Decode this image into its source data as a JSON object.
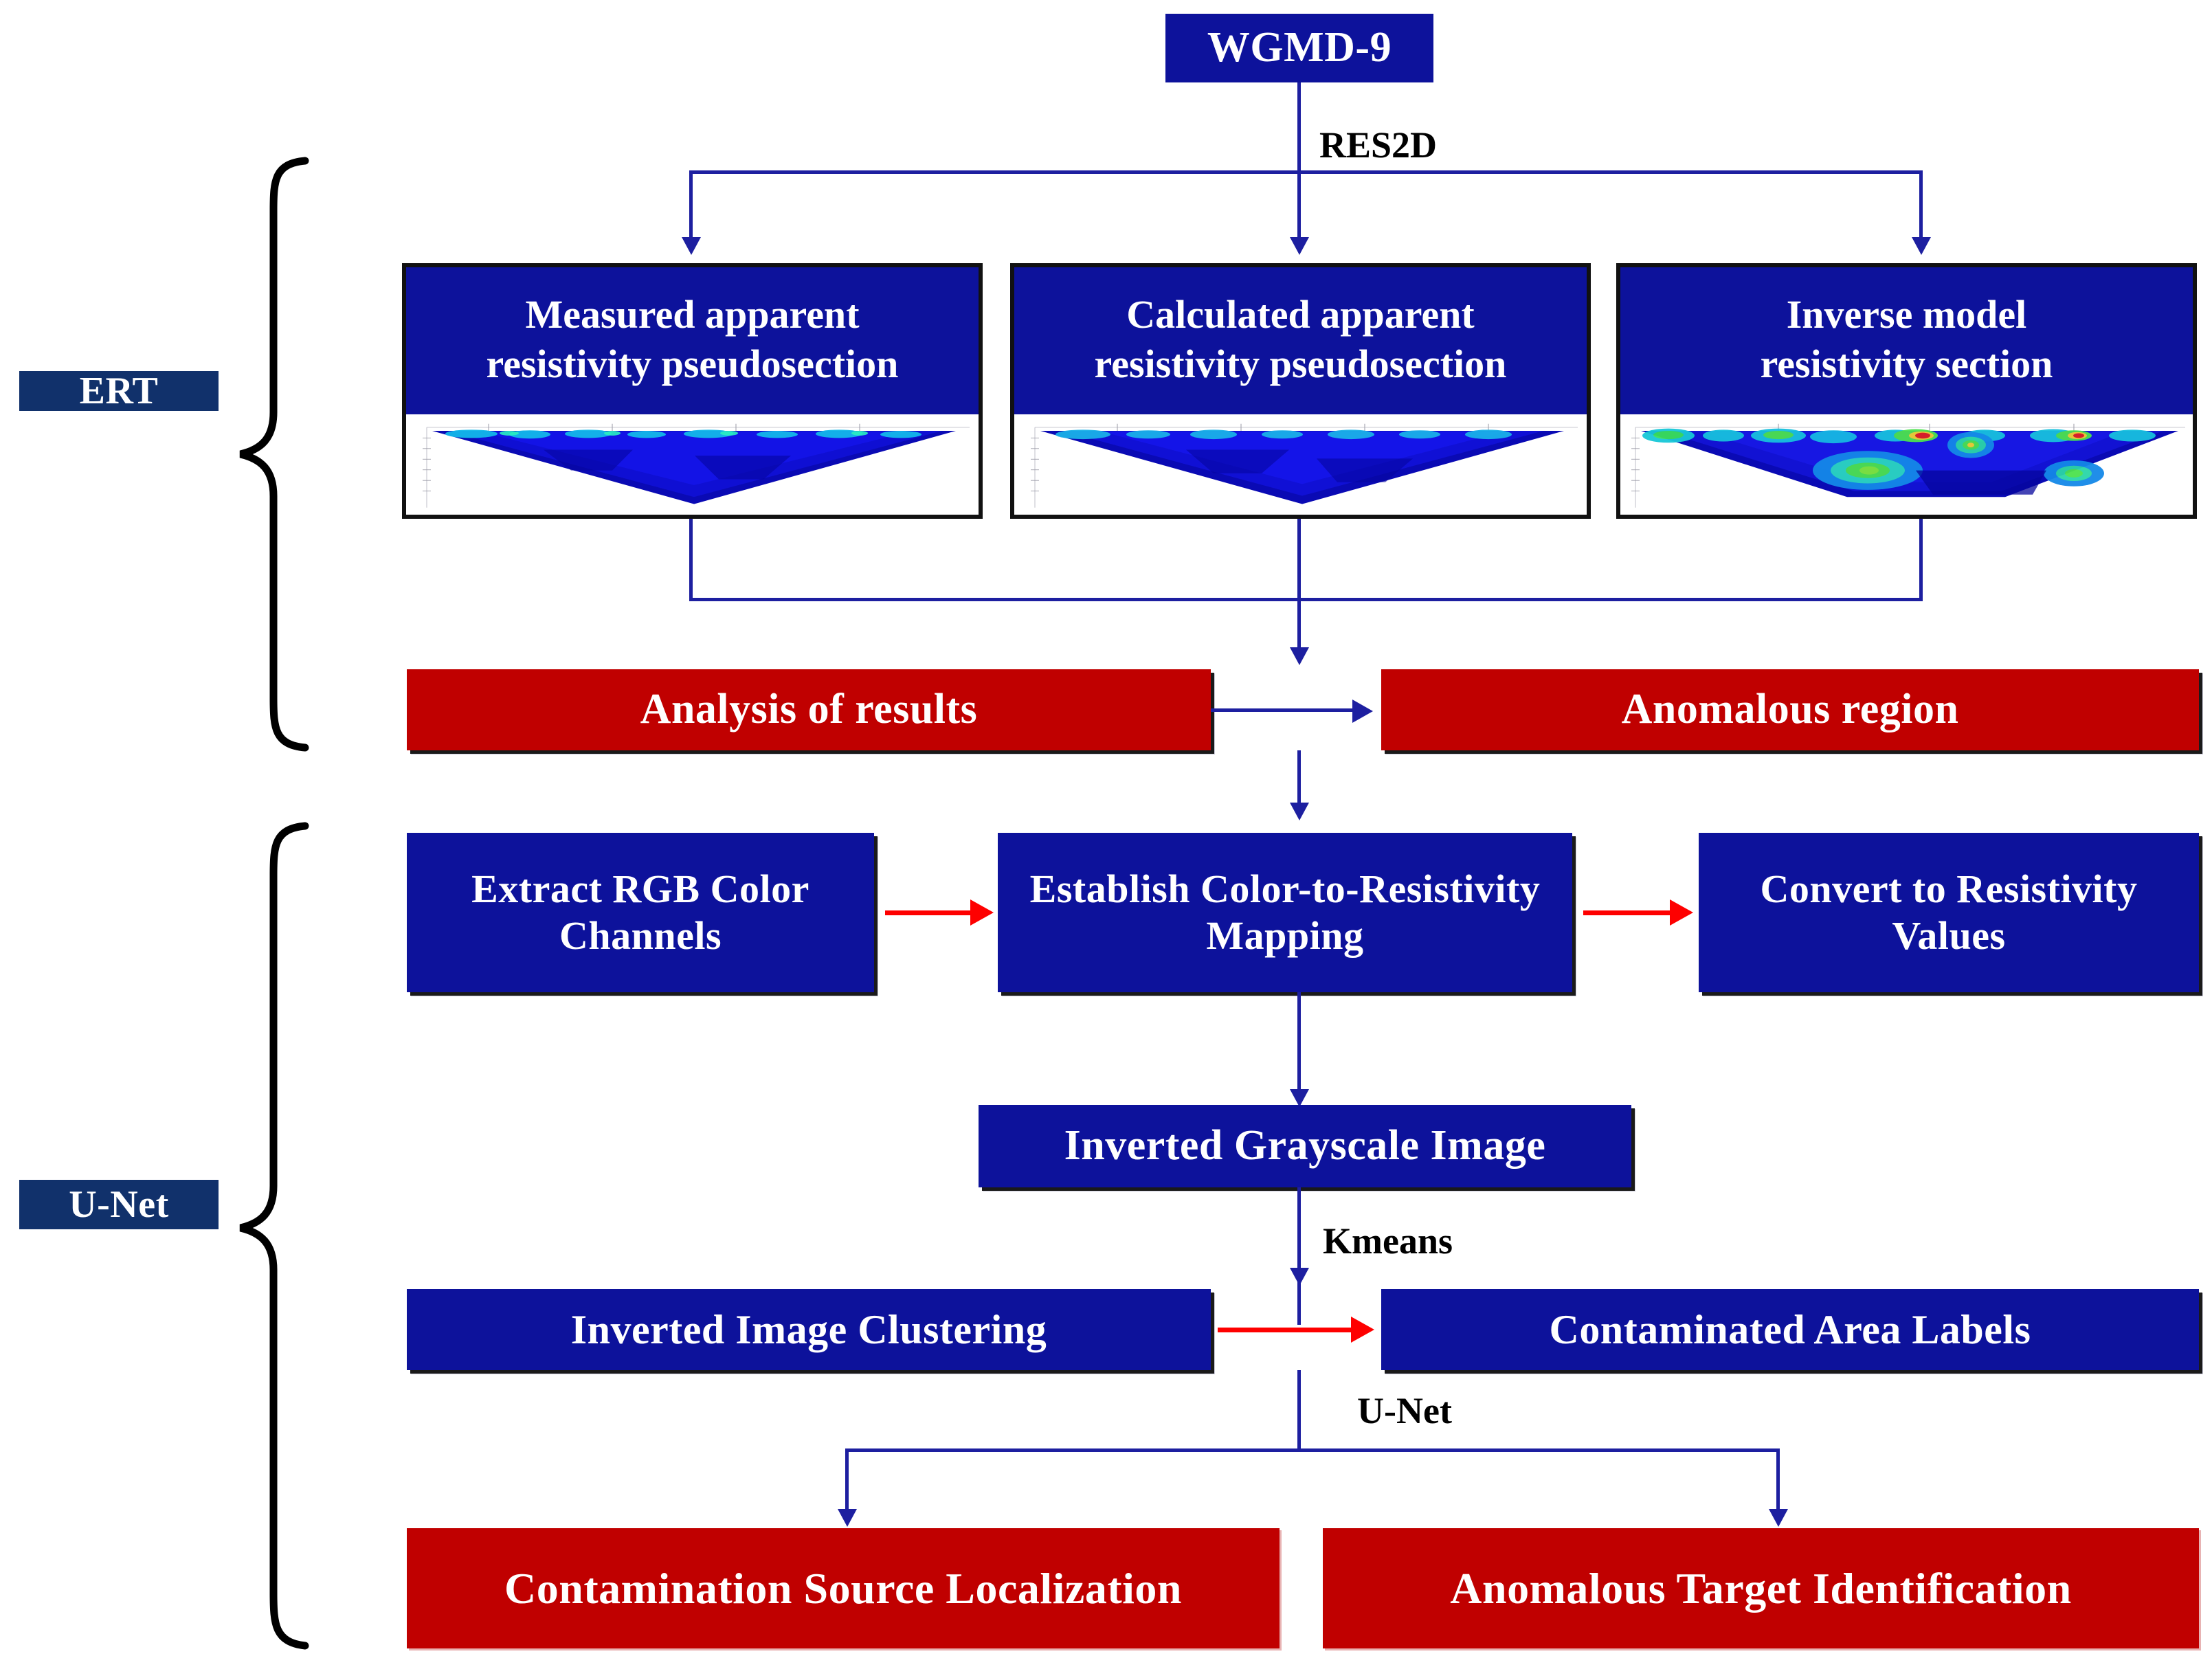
{
  "title_box": {
    "label": "WGMD-9"
  },
  "edge_labels": {
    "res2d": "RES2D",
    "kmeans": "Kmeans",
    "unet": "U-Net"
  },
  "group_tags": [
    {
      "name": "ert",
      "label": "ERT"
    },
    {
      "name": "unet",
      "label": "U-Net"
    }
  ],
  "ert_cards": [
    {
      "name": "measured-apparent-resistivity-pseudosection",
      "line1": "Measured apparent",
      "line2": "resistivity pseudosection",
      "section_type": "cool-blue-triangle"
    },
    {
      "name": "calculated-apparent-resistivity-pseudosection",
      "line1": "Calculated apparent",
      "line2": "resistivity pseudosection",
      "section_type": "cool-blue-triangle"
    },
    {
      "name": "inverse-model-resistivity-section",
      "line1": "Inverse model",
      "line2": "resistivity section",
      "section_type": "hot-anomaly-triangle"
    }
  ],
  "analysis_bar": {
    "left_label": "Analysis of results",
    "right_label": "Anomalous region",
    "color": "#c00000"
  },
  "rgb_row": {
    "step1": "Extract RGB Color Channels",
    "step2": "Establish Color-to-Resistivity Mapping",
    "step3": "Convert to Resistivity Values",
    "color": "#0d129b",
    "arrow_color": "#fe0000"
  },
  "grayscale_box": {
    "label": "Inverted Grayscale Image"
  },
  "cluster_bar": {
    "left_label": "Inverted Image Clustering",
    "right_label": "Contaminated Area Labels",
    "color": "#0d129b",
    "arrow_color": "#fe0000"
  },
  "outcomes": [
    {
      "name": "contamination-source-localization",
      "label": "Contamination  Source  Localization"
    },
    {
      "name": "anomalous-target-identification",
      "label": "Anomalous Target Identification"
    }
  ],
  "colors": {
    "blue": "#0d129b",
    "red": "#c00000",
    "navy_tag": "#11316b",
    "connector_blue": "#1d1fa0",
    "connector_red": "#fe0000",
    "border_black": "#111111"
  }
}
